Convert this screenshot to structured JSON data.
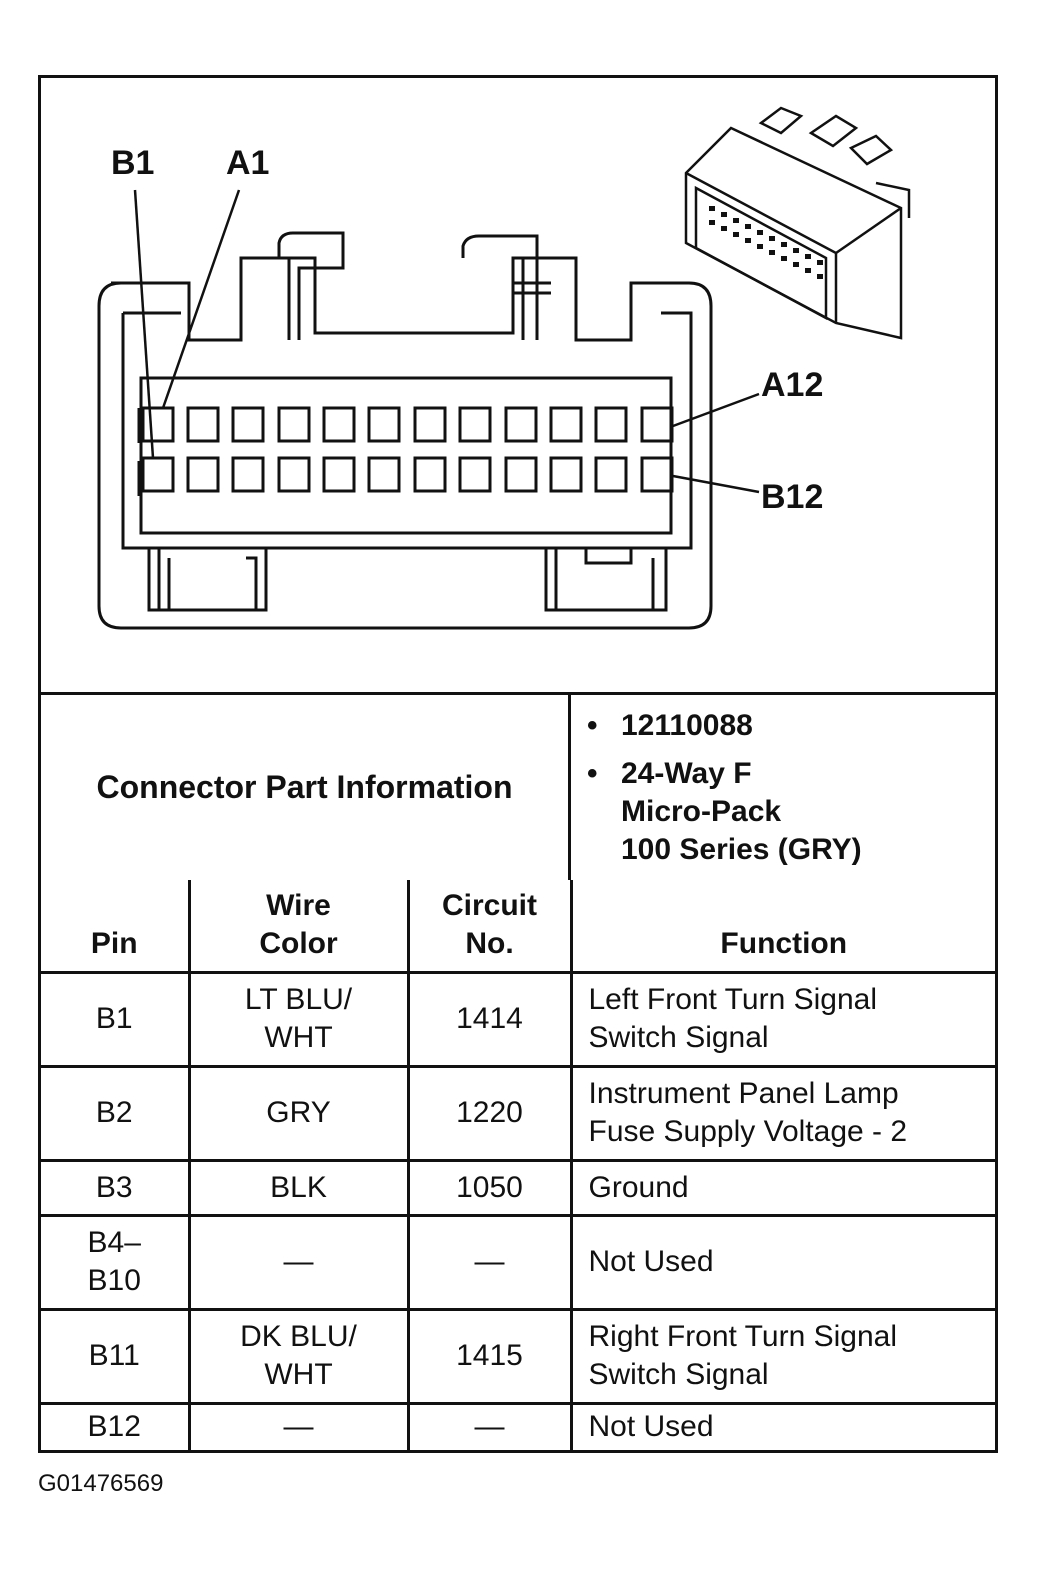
{
  "diagram": {
    "pin_labels": {
      "b1": "B1",
      "a1": "A1",
      "a12": "A12",
      "b12": "B12"
    }
  },
  "connector_info": {
    "heading": "Connector Part Information",
    "items": [
      "12110088",
      "24-Way F\nMicro-Pack\n100 Series (GRY)"
    ]
  },
  "table": {
    "headers": {
      "pin": "Pin",
      "wire_color": "Wire\nColor",
      "circuit": "Circuit\nNo.",
      "function": "Function"
    },
    "rows": [
      {
        "pin": "B1",
        "wire_color": "LT BLU/\nWHT",
        "circuit": "1414",
        "function": "Left Front Turn Signal\nSwitch Signal"
      },
      {
        "pin": "B2",
        "wire_color": "GRY",
        "circuit": "1220",
        "function": "Instrument Panel Lamp\nFuse Supply Voltage - 2"
      },
      {
        "pin": "B3",
        "wire_color": "BLK",
        "circuit": "1050",
        "function": "Ground"
      },
      {
        "pin": "B4–\nB10",
        "wire_color": "—",
        "circuit": "—",
        "function": "Not Used"
      },
      {
        "pin": "B11",
        "wire_color": "DK BLU/\nWHT",
        "circuit": "1415",
        "function": "Right Front Turn Signal\nSwitch Signal"
      },
      {
        "pin": "B12",
        "wire_color": "—",
        "circuit": "—",
        "function": "Not Used"
      }
    ]
  },
  "figure_id": "G01476569"
}
